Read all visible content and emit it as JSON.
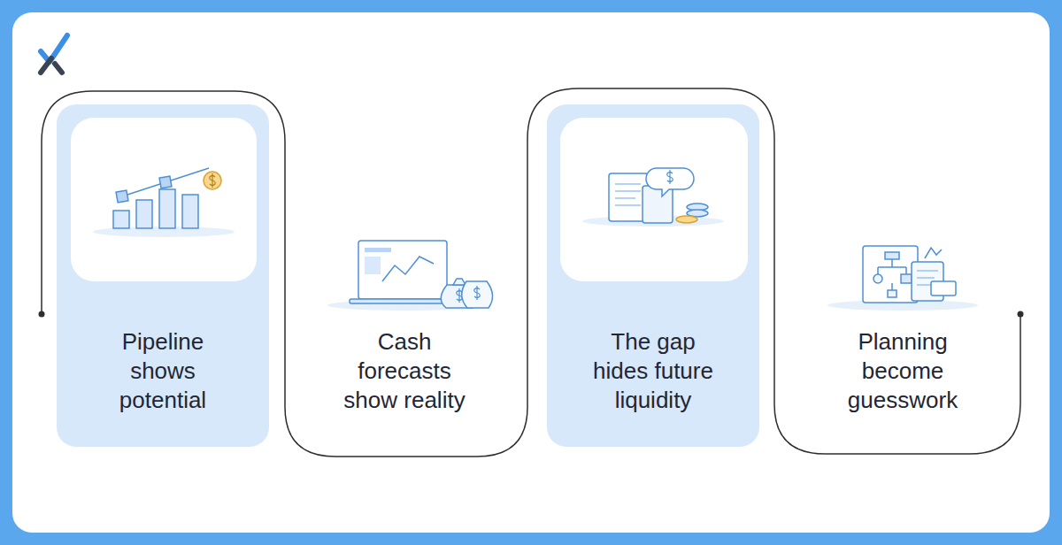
{
  "diagram": {
    "nodes": [
      {
        "text": [
          "Pipeline shows potential"
        ]
      },
      {
        "text": [
          "Cash forecasts show reality"
        ]
      },
      {
        "text": [
          "The gap hides future liquidity"
        ]
      },
      {
        "text": [
          "Planning become guesswork"
        ]
      }
    ]
  }
}
